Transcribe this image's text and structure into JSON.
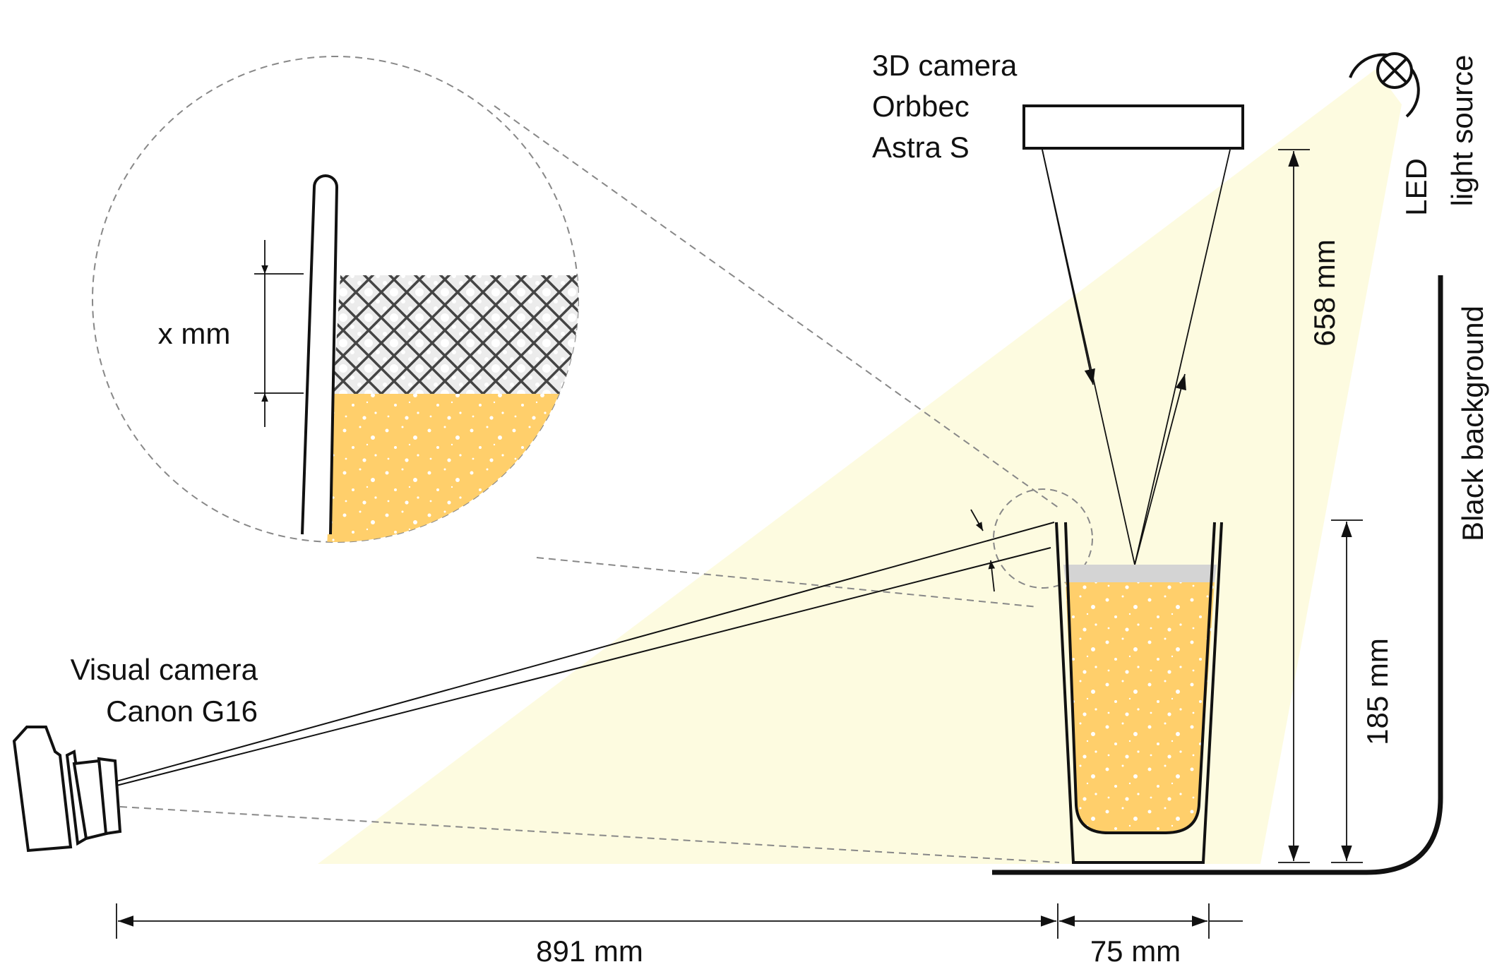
{
  "labels": {
    "camera3d_line1": "3D camera",
    "camera3d_line2": "Orbbec",
    "camera3d_line3": "Astra S",
    "led_line1": "LED",
    "led_line2": "light source",
    "background": "Black background",
    "visual_camera_line1": "Visual camera",
    "visual_camera_line2": "Canon G16",
    "foam_height": "x mm"
  },
  "dimensions": {
    "camera_height": "658 mm",
    "glass_height": "185 mm",
    "camera_distance": "891 mm",
    "glass_width": "75 mm"
  },
  "colors": {
    "light_cone": "#fdfbe0",
    "beer": "#ffcf6b",
    "foam": "#d4d4d4",
    "lines": "#111111",
    "dashed": "#888888"
  }
}
